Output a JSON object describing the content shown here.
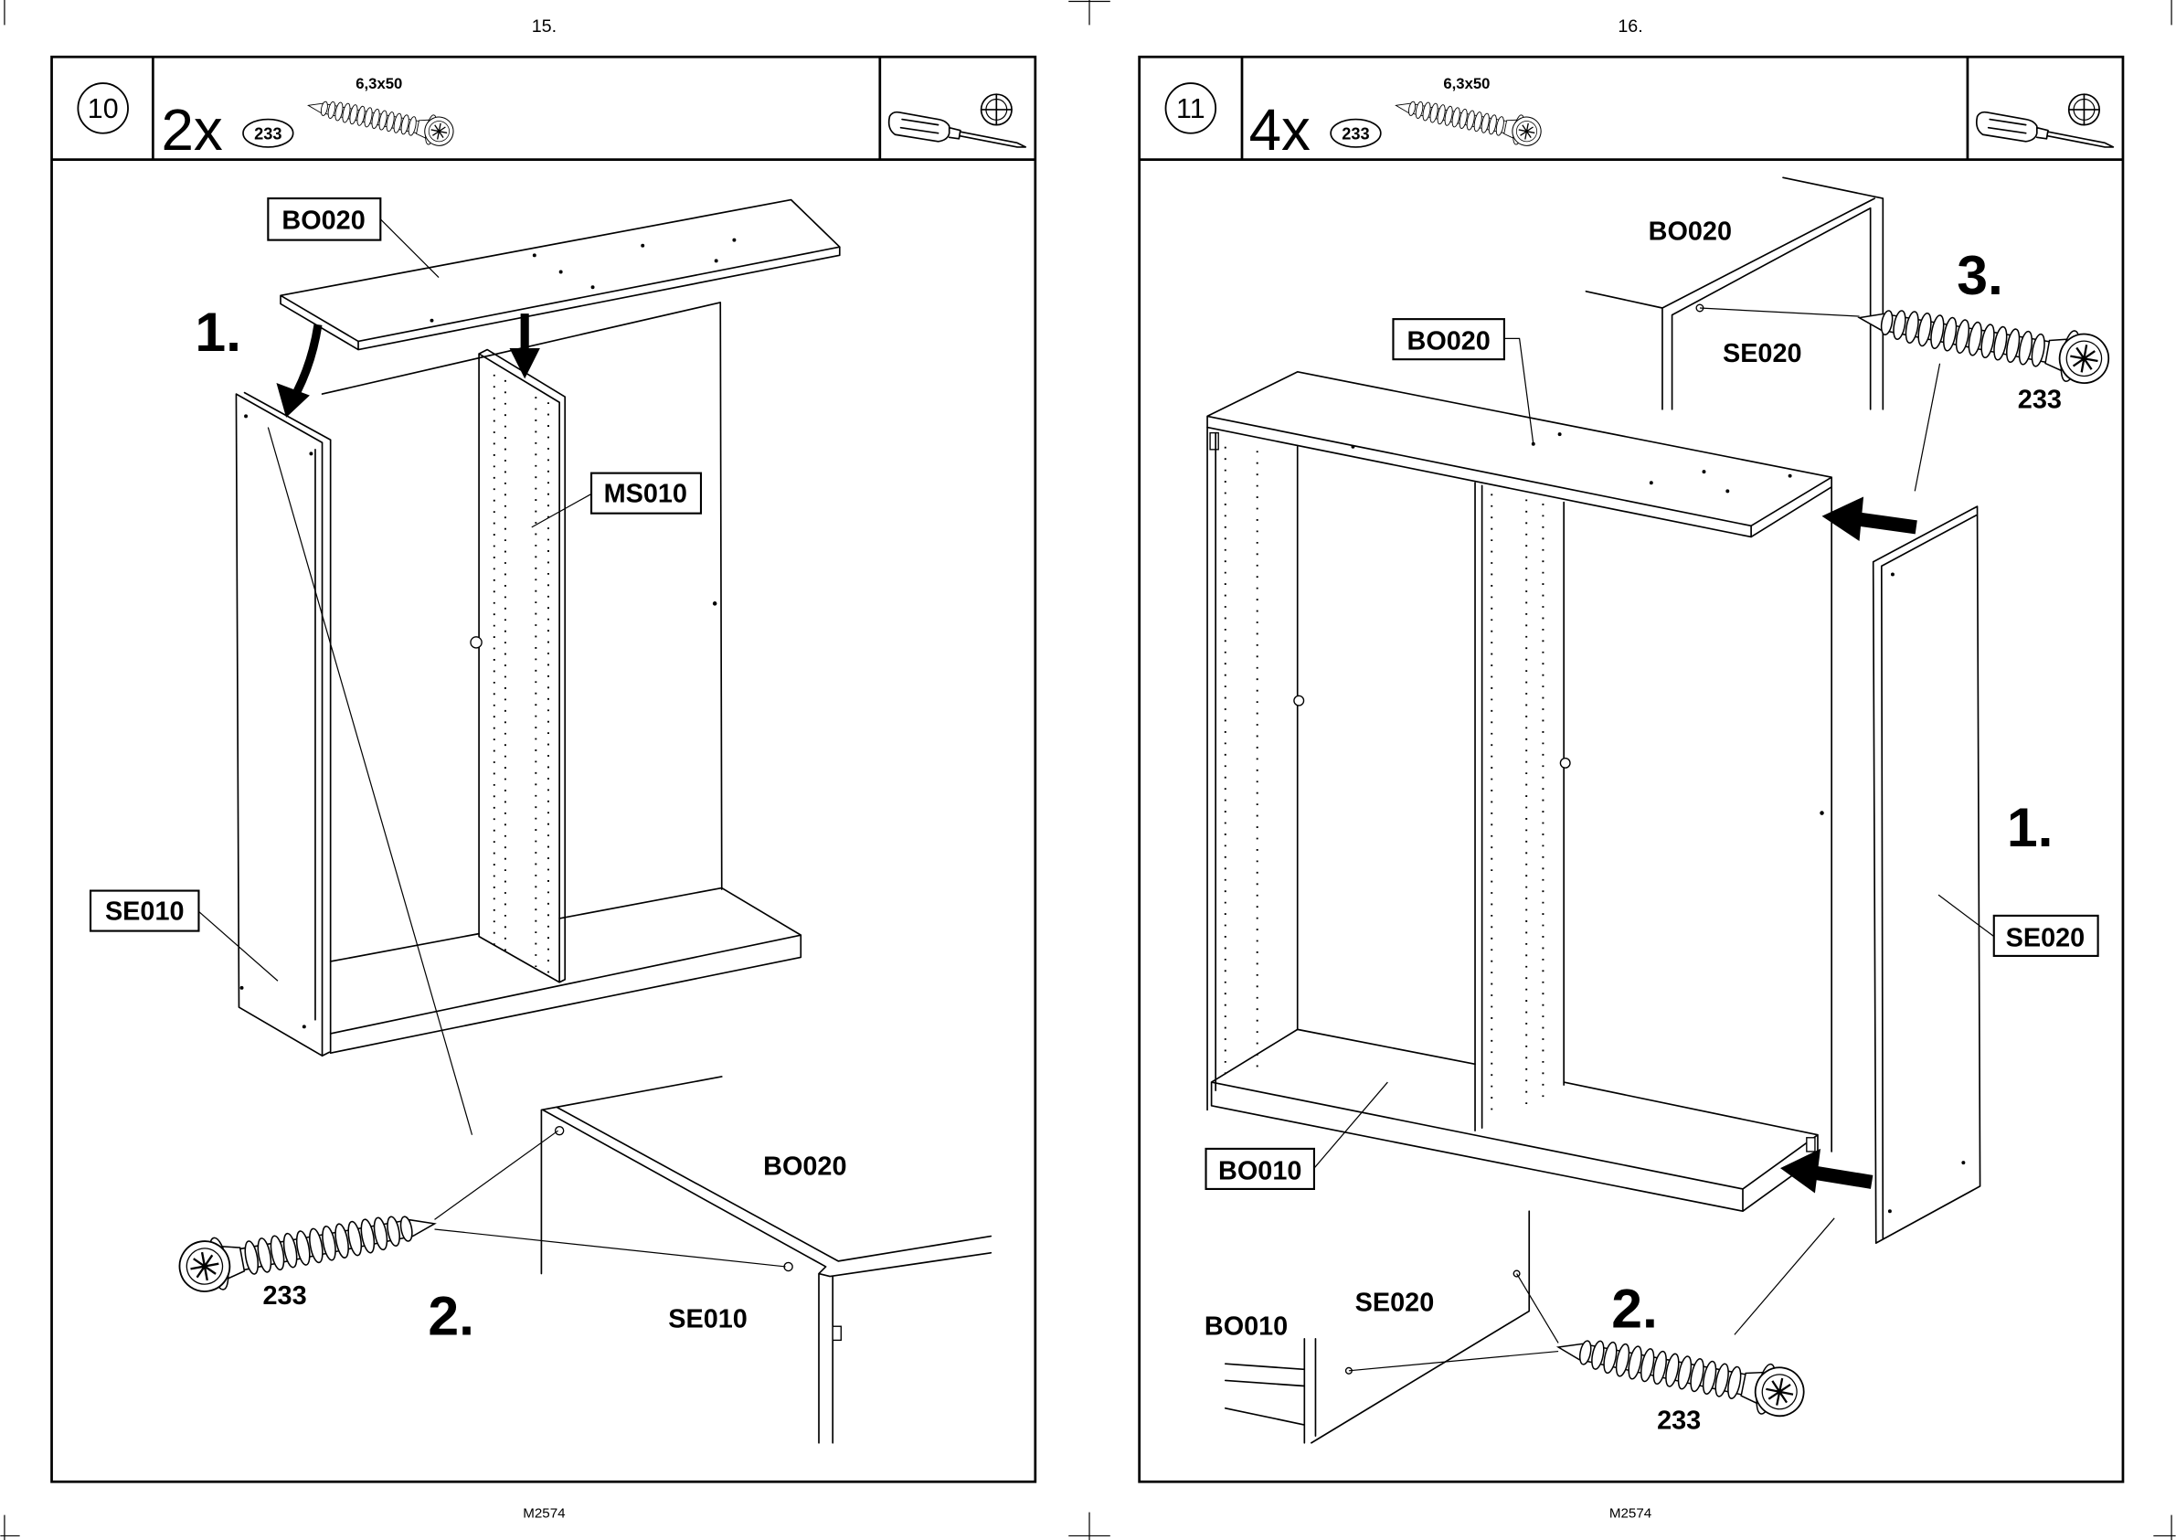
{
  "pages": [
    {
      "page_number": "15.",
      "footer_code": "M2574",
      "step": {
        "number": "10",
        "quantity": "2x",
        "part_number": "233",
        "screw_size": "6,3x50",
        "icons": [
          "screw-icon",
          "screwdriver-icon",
          "phillips-icon"
        ]
      },
      "callouts": {
        "top_board": "BO020",
        "sub_step_1": "1.",
        "middle_panel": "MS010",
        "side_panel": "SE010",
        "detail_top_board": "BO020",
        "detail_screw": "233",
        "sub_step_2": "2.",
        "detail_side_panel": "SE010"
      }
    },
    {
      "page_number": "16.",
      "footer_code": "M2574",
      "step": {
        "number": "11",
        "quantity": "4x",
        "part_number": "233",
        "screw_size": "6,3x50",
        "icons": [
          "screw-icon",
          "screwdriver-icon",
          "phillips-icon"
        ]
      },
      "callouts": {
        "detail_top_board": "BO020",
        "sub_step_3": "3.",
        "top_board": "BO020",
        "detail_top_side_panel": "SE020",
        "detail_top_screw": "233",
        "sub_step_1": "1.",
        "side_panel": "SE020",
        "bottom_board": "BO010",
        "detail_bottom_side_panel": "SE020",
        "detail_bottom_board": "BO010",
        "sub_step_2": "2.",
        "detail_bottom_screw": "233"
      }
    }
  ],
  "colors": {
    "ink": "#000000",
    "paper": "#ffffff"
  }
}
